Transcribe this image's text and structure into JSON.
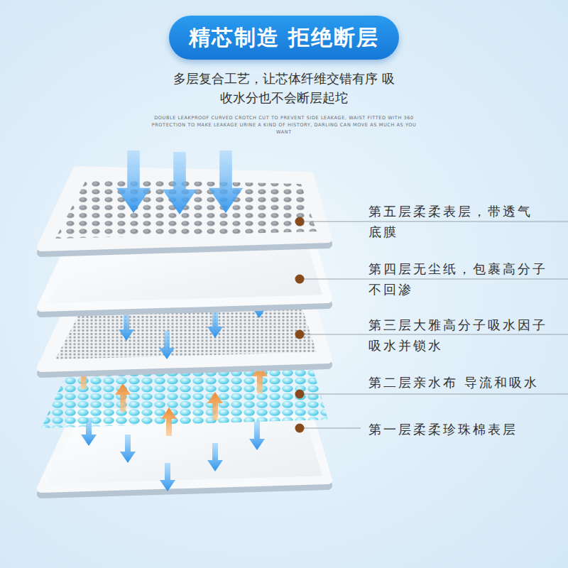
{
  "diagram": {
    "title": "精芯制造 拒绝断层",
    "labels": [
      "多层复合工艺，让芯体纤维交错有序 吸收水分也不会断层起坨",
      "DOUBLE LEAKPROOF CURVED CROTCH CUT TO PREVENT SIDE LEAKAGE, WAIST FITTED WITH 360 PROTECTION TO MAKE LEAKAGE URINE A KIND OF HISTORY, DARLING CAN MOVE AS MUCH AS YOU WANT",
      "第五层柔柔表层，带透气 底膜",
      "第四层无尘纸，包裹高分子 不回渗",
      "第三层大雅高分子吸水因子 吸水并锁水",
      "第二层亲水布 导流和吸水",
      "第一层柔柔珍珠棉表层"
    ]
  }
}
